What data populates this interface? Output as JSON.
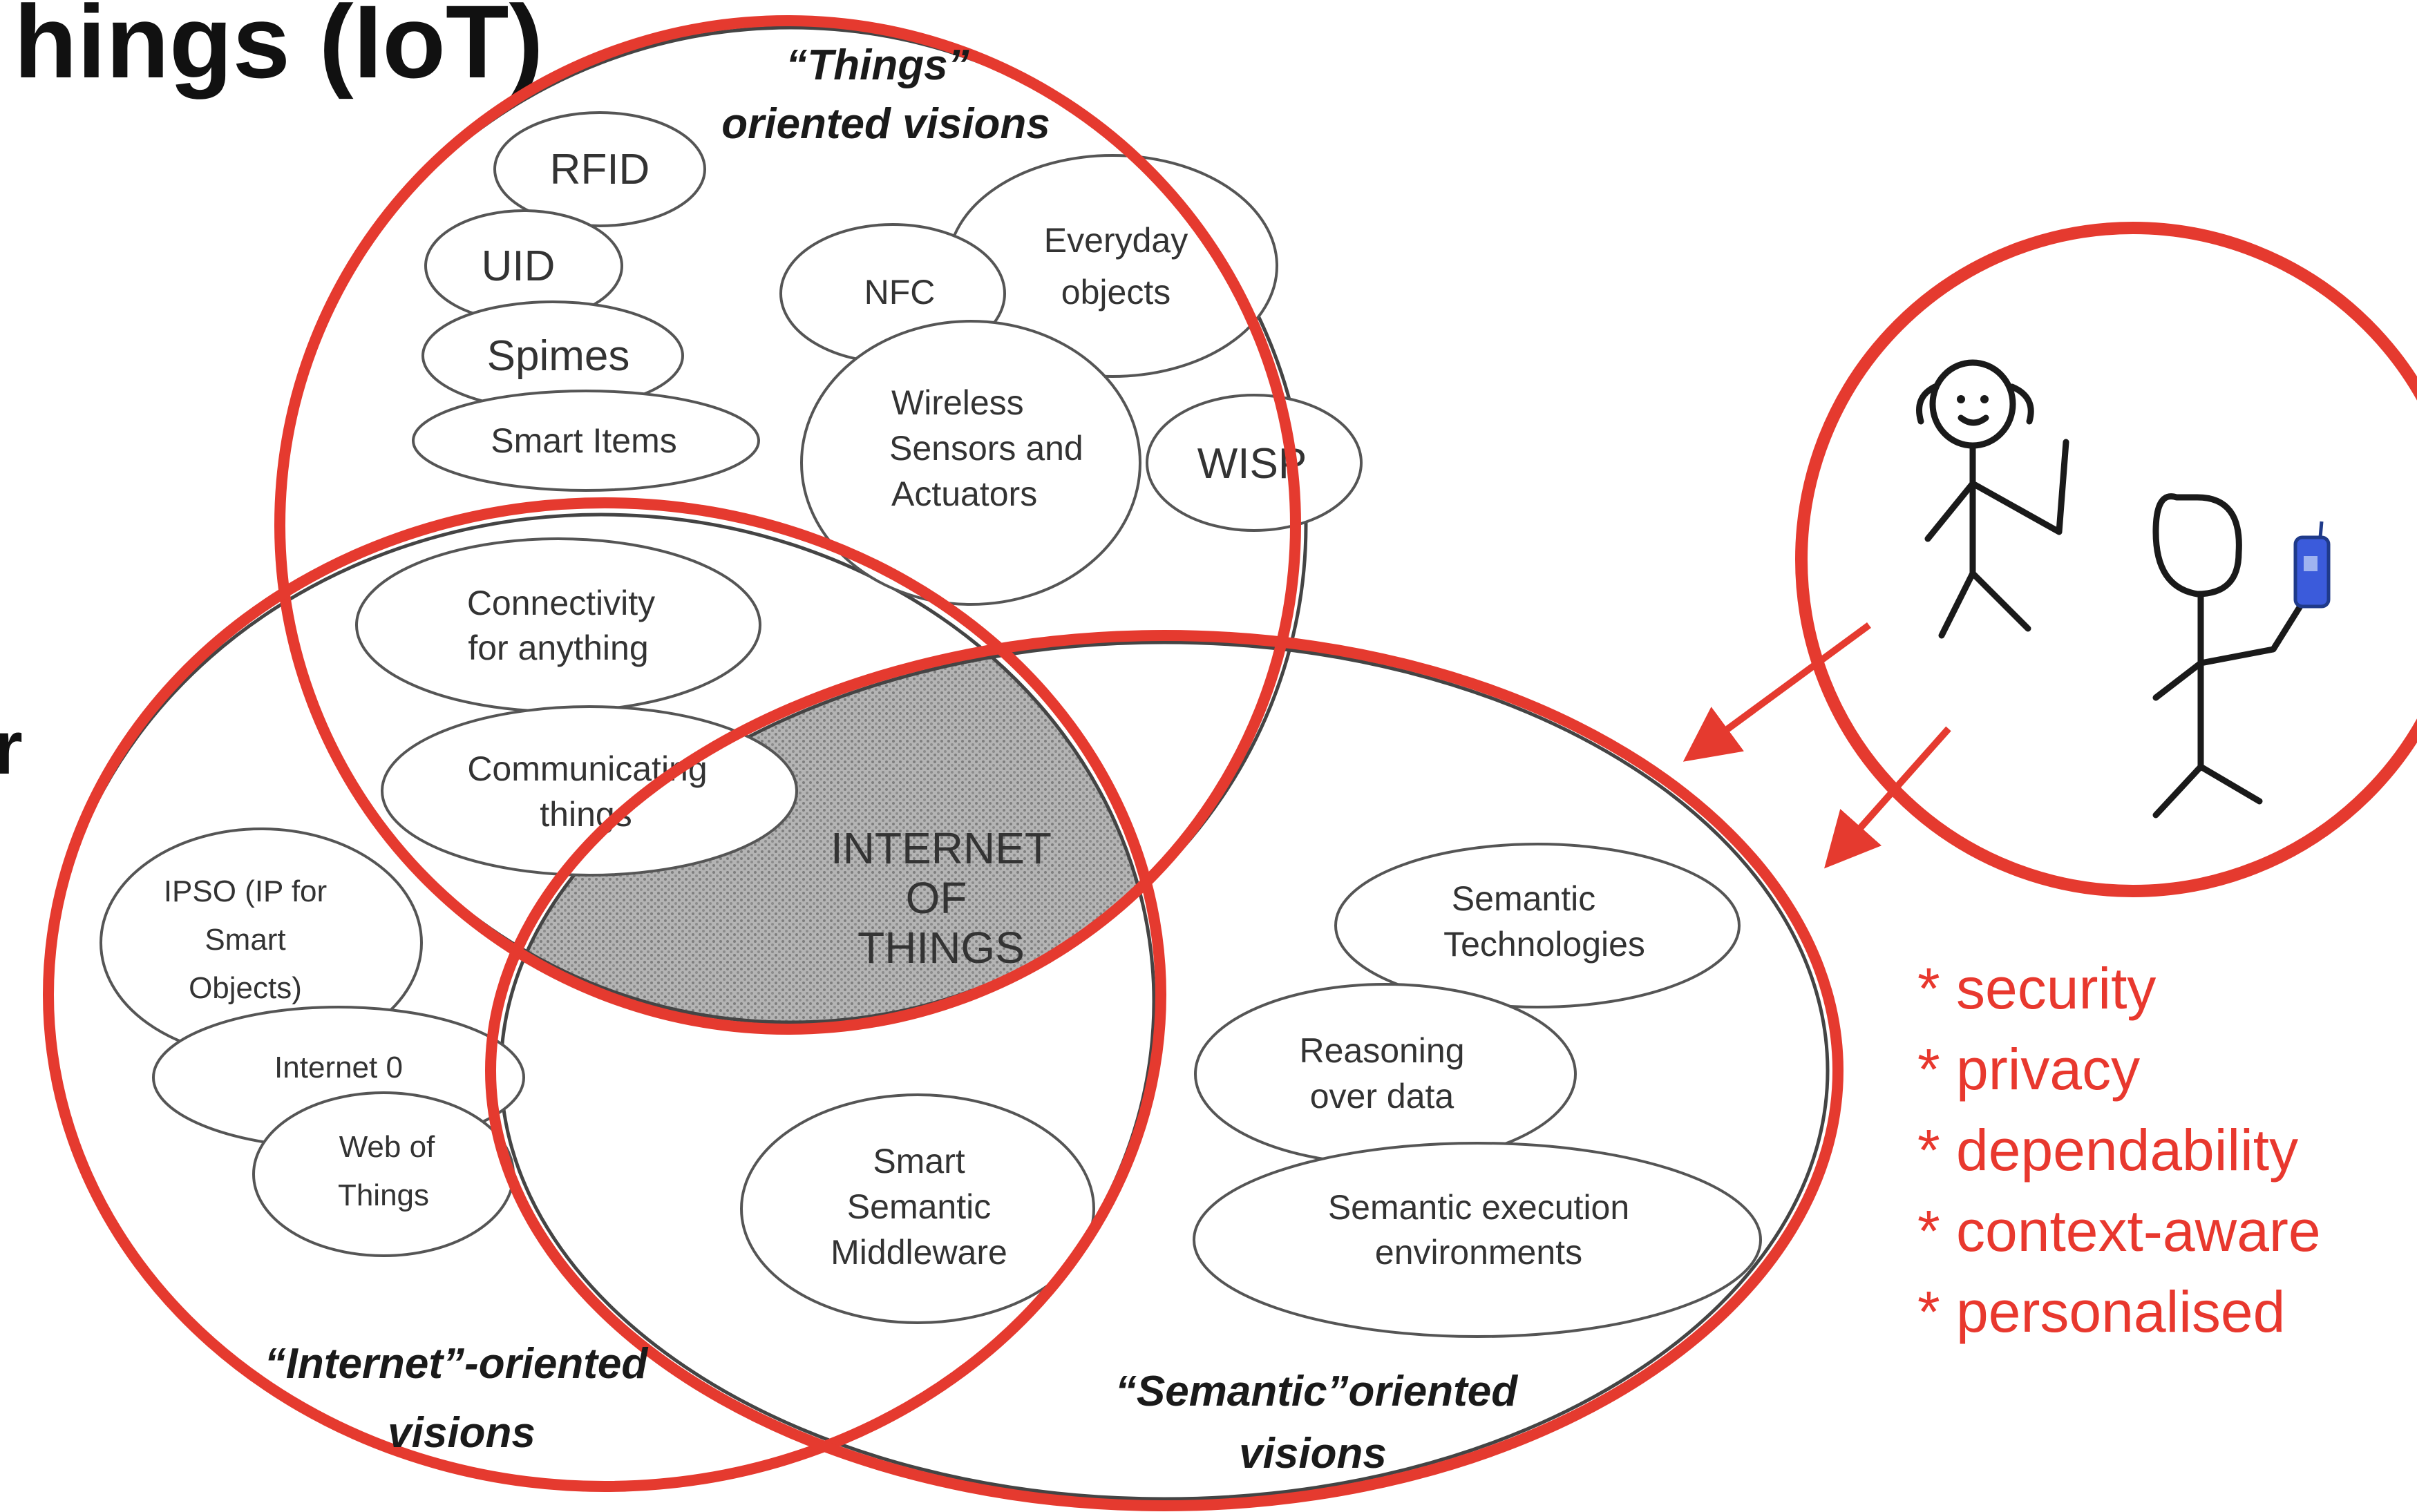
{
  "title": "hings (IoT)",
  "labels": {
    "things_line1": "“Things”",
    "things_line2": "oriented visions",
    "internet_line1": "“Internet”-oriented",
    "internet_line2": "visions",
    "semantic_line1": "“Semantic”oriented",
    "semantic_line2": "visions"
  },
  "center": [
    "INTERNET",
    "OF",
    "THINGS"
  ],
  "things_items": {
    "rfid": "RFID",
    "uid": "UID",
    "spimes": "Spimes",
    "smart_items": "Smart Items",
    "nfc": "NFC",
    "everyday_1": "Everyday",
    "everyday_2": "objects",
    "wireless_1": "Wireless",
    "wireless_2": "Sensors and",
    "wireless_3": "Actuators",
    "wisp": "WISP"
  },
  "overlap_items": {
    "connectivity_1": "Connectivity",
    "connectivity_2": "for anything",
    "communicating_1": "Communicating",
    "communicating_2": "things",
    "middleware_1": "Smart",
    "middleware_2": "Semantic",
    "middleware_3": "Middleware"
  },
  "internet_items": {
    "ipso_1": "IPSO (IP for",
    "ipso_2": "Smart",
    "ipso_3": "Objects)",
    "internet0": "Internet 0",
    "web_1": "Web of",
    "web_2": "Things"
  },
  "semantic_items": {
    "semtech_1": "Semantic",
    "semtech_2": "Technologies",
    "reasoning_1": "Reasoning",
    "reasoning_2": "over data",
    "exec_1": "Semantic execution",
    "exec_2": "environments"
  },
  "properties": [
    "* security",
    "* privacy",
    "* dependability",
    "* context-aware",
    "* personalised"
  ],
  "colors": {
    "red": "#e53a2f",
    "center_fill": "#a9a9a9",
    "phone": "#3b5bdb"
  },
  "icons": [
    "person-icon",
    "person-with-phone-icon",
    "phone-icon",
    "arrow-icon"
  ]
}
